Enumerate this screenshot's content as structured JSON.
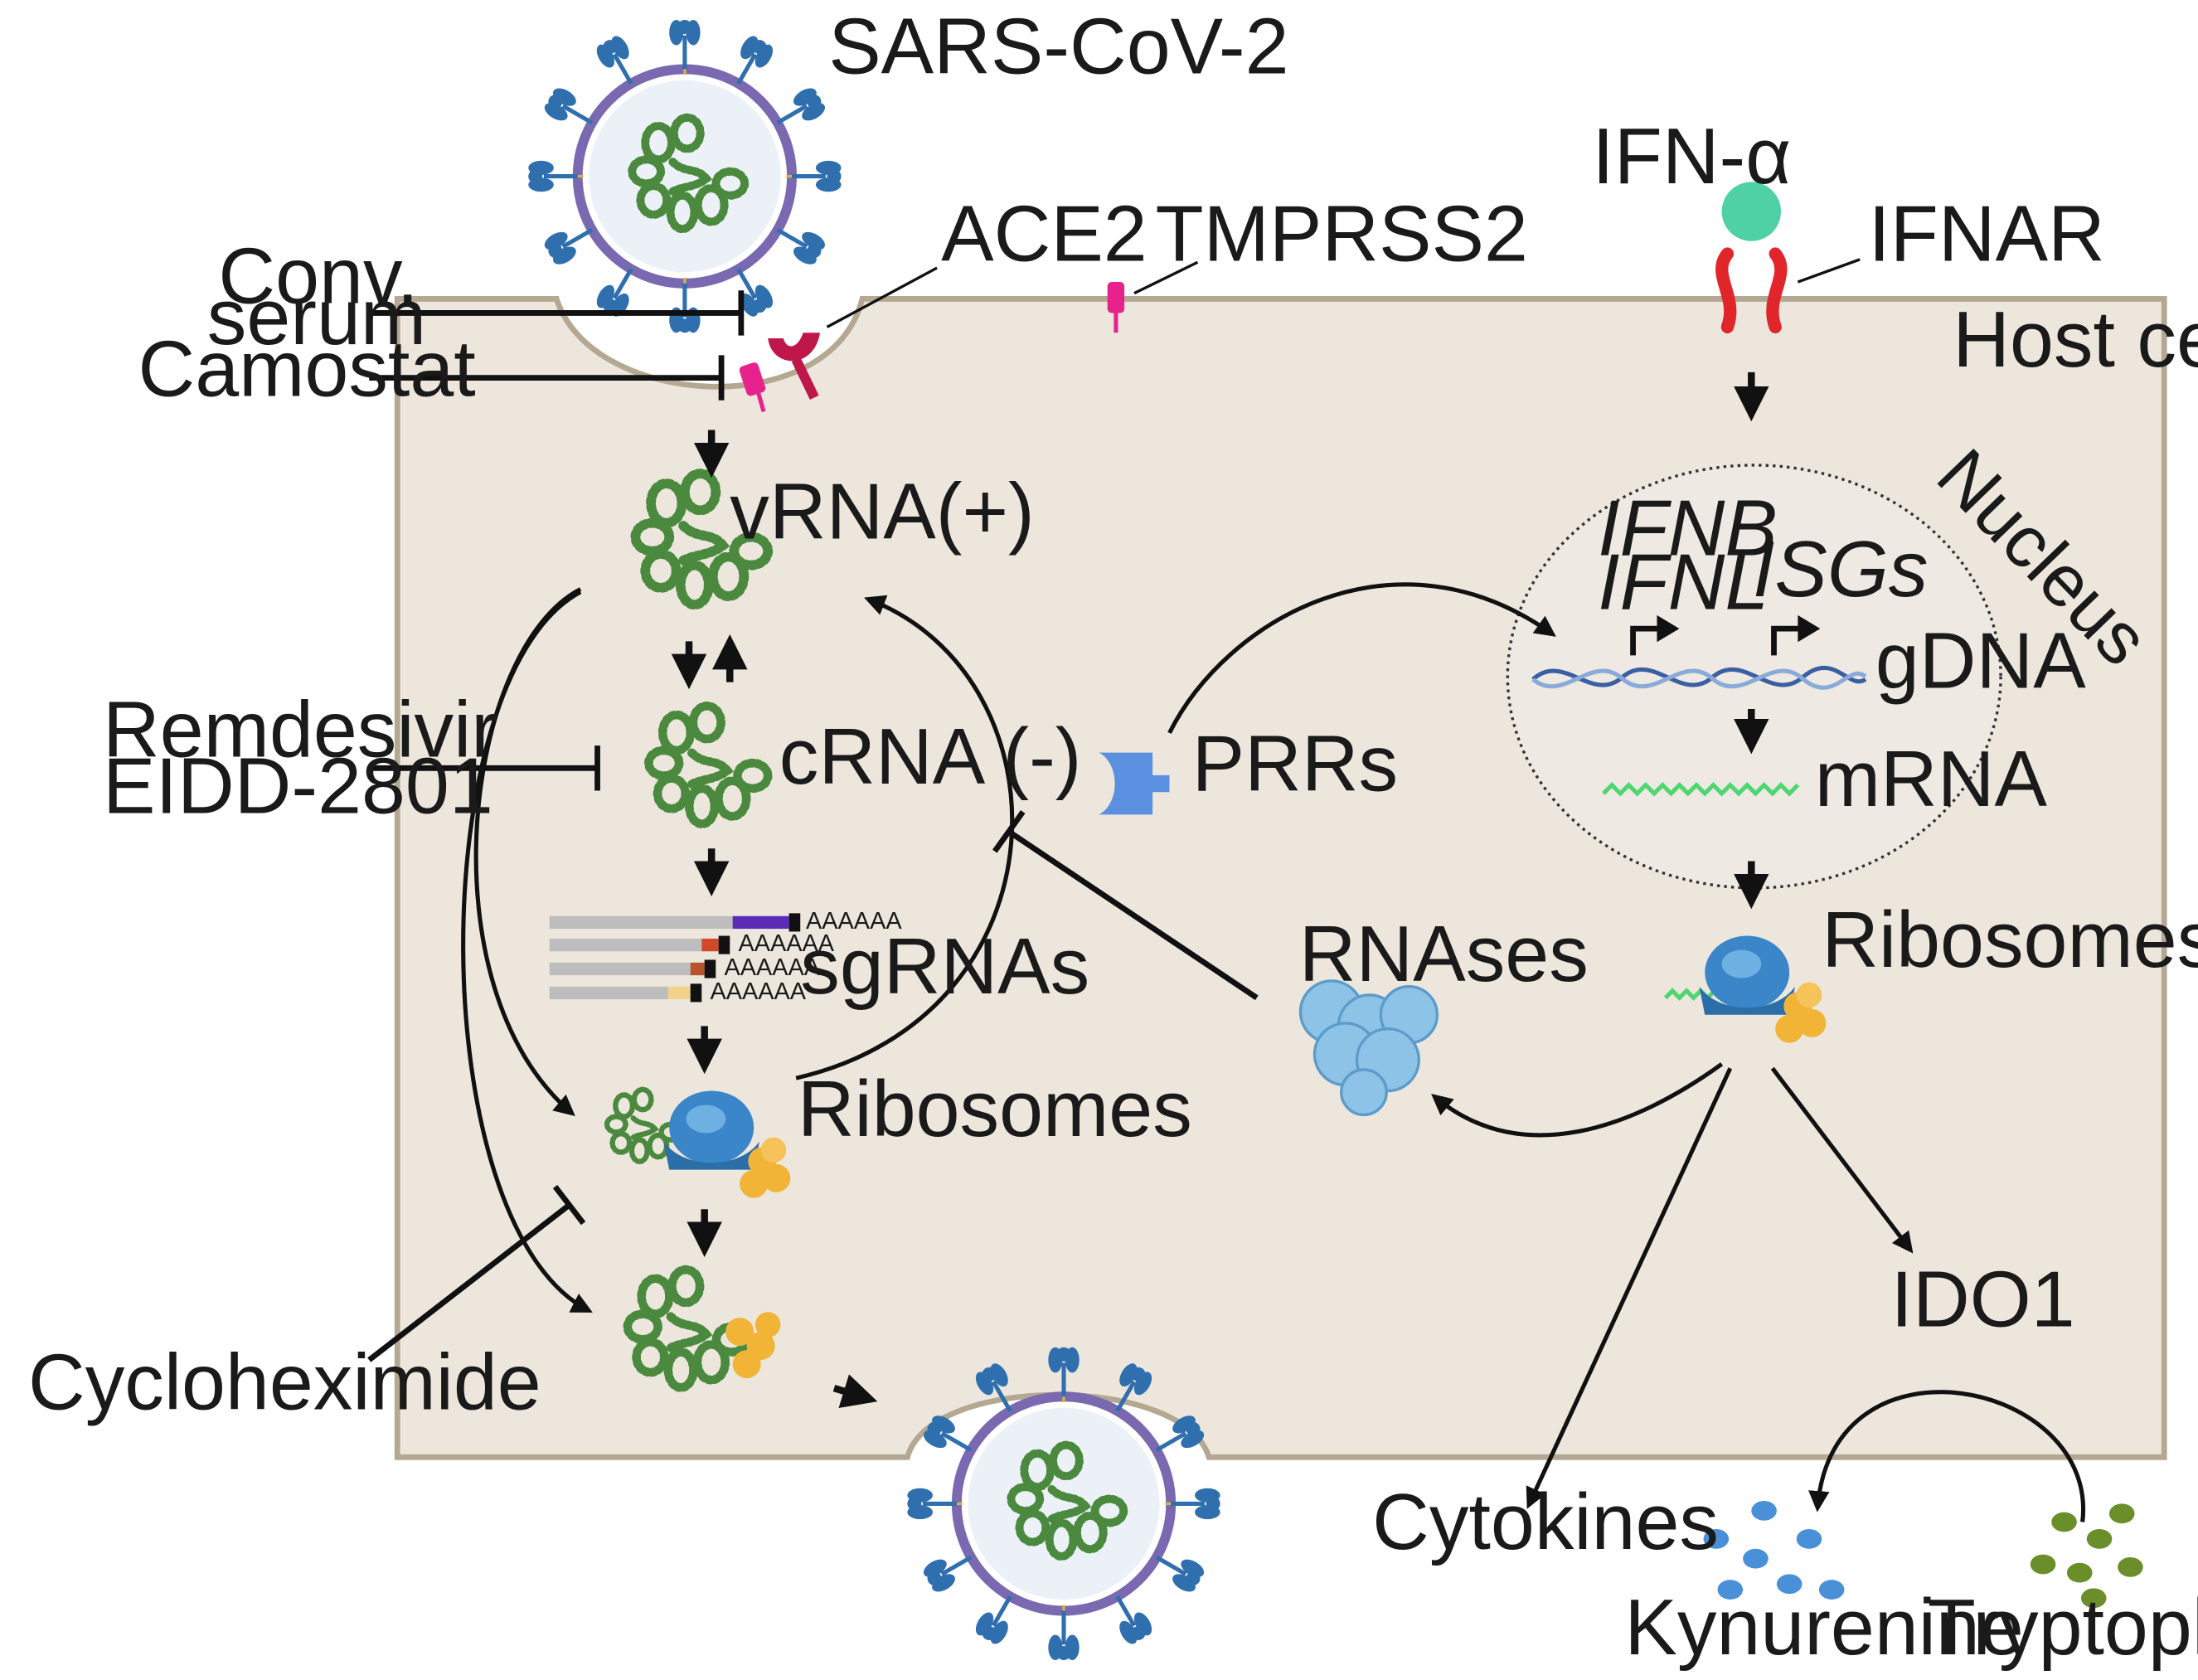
{
  "labels": {
    "virus": "SARS-CoV-2",
    "ace2": "ACE2",
    "tmprss2": "TMPRSS2",
    "ifn_alpha": "IFN-α",
    "ifnar": "IFNAR",
    "host_cell": "Host cell",
    "nucleus": "Nucleus",
    "conv_serum_1": "Conv.",
    "conv_serum_2": "serum",
    "camostat": "Camostat",
    "vrna": "vRNA(+)",
    "crna": "cRNA (-)",
    "remdesivir": "Remdesivir",
    "eidd": "EIDD-2801",
    "sgrnas": "sgRNAs",
    "poly_a": "AAAAAA",
    "ribosomes_viral": "Ribosomes",
    "cycloheximide": "Cycloheximide",
    "prrs": "PRRs",
    "ifnb": "IFNB",
    "ifnl": "IFNL",
    "isgs": "ISGs",
    "gdna": "gDNA",
    "mrna": "mRNA",
    "ribosomes_host": "Ribosomes",
    "rnases": "RNAses",
    "ido1": "IDO1",
    "cytokines": "Cytokines",
    "kynurenine": "Kynurenine",
    "tryptophan": "Tryptophan"
  },
  "colors": {
    "cell_fill": "#ece6dd",
    "membrane": "#b5a893",
    "spike": "#2f6fae",
    "envelope": "#7a68b0",
    "rna_green": "#4b8a3e",
    "ace2": "#c0174a",
    "tmprss2": "#e8228d",
    "ifnar": "#e0262b",
    "ifn_alpha": "#4fd1a5",
    "prr": "#5b8fe0",
    "ribosome": "#3a86c8",
    "ribo_small": "#f2b437",
    "rnase": "#8ec3e8",
    "mrna": "#4fd670",
    "kynurenine": "#4a90d9",
    "tryptophan": "#6a8e2a"
  }
}
